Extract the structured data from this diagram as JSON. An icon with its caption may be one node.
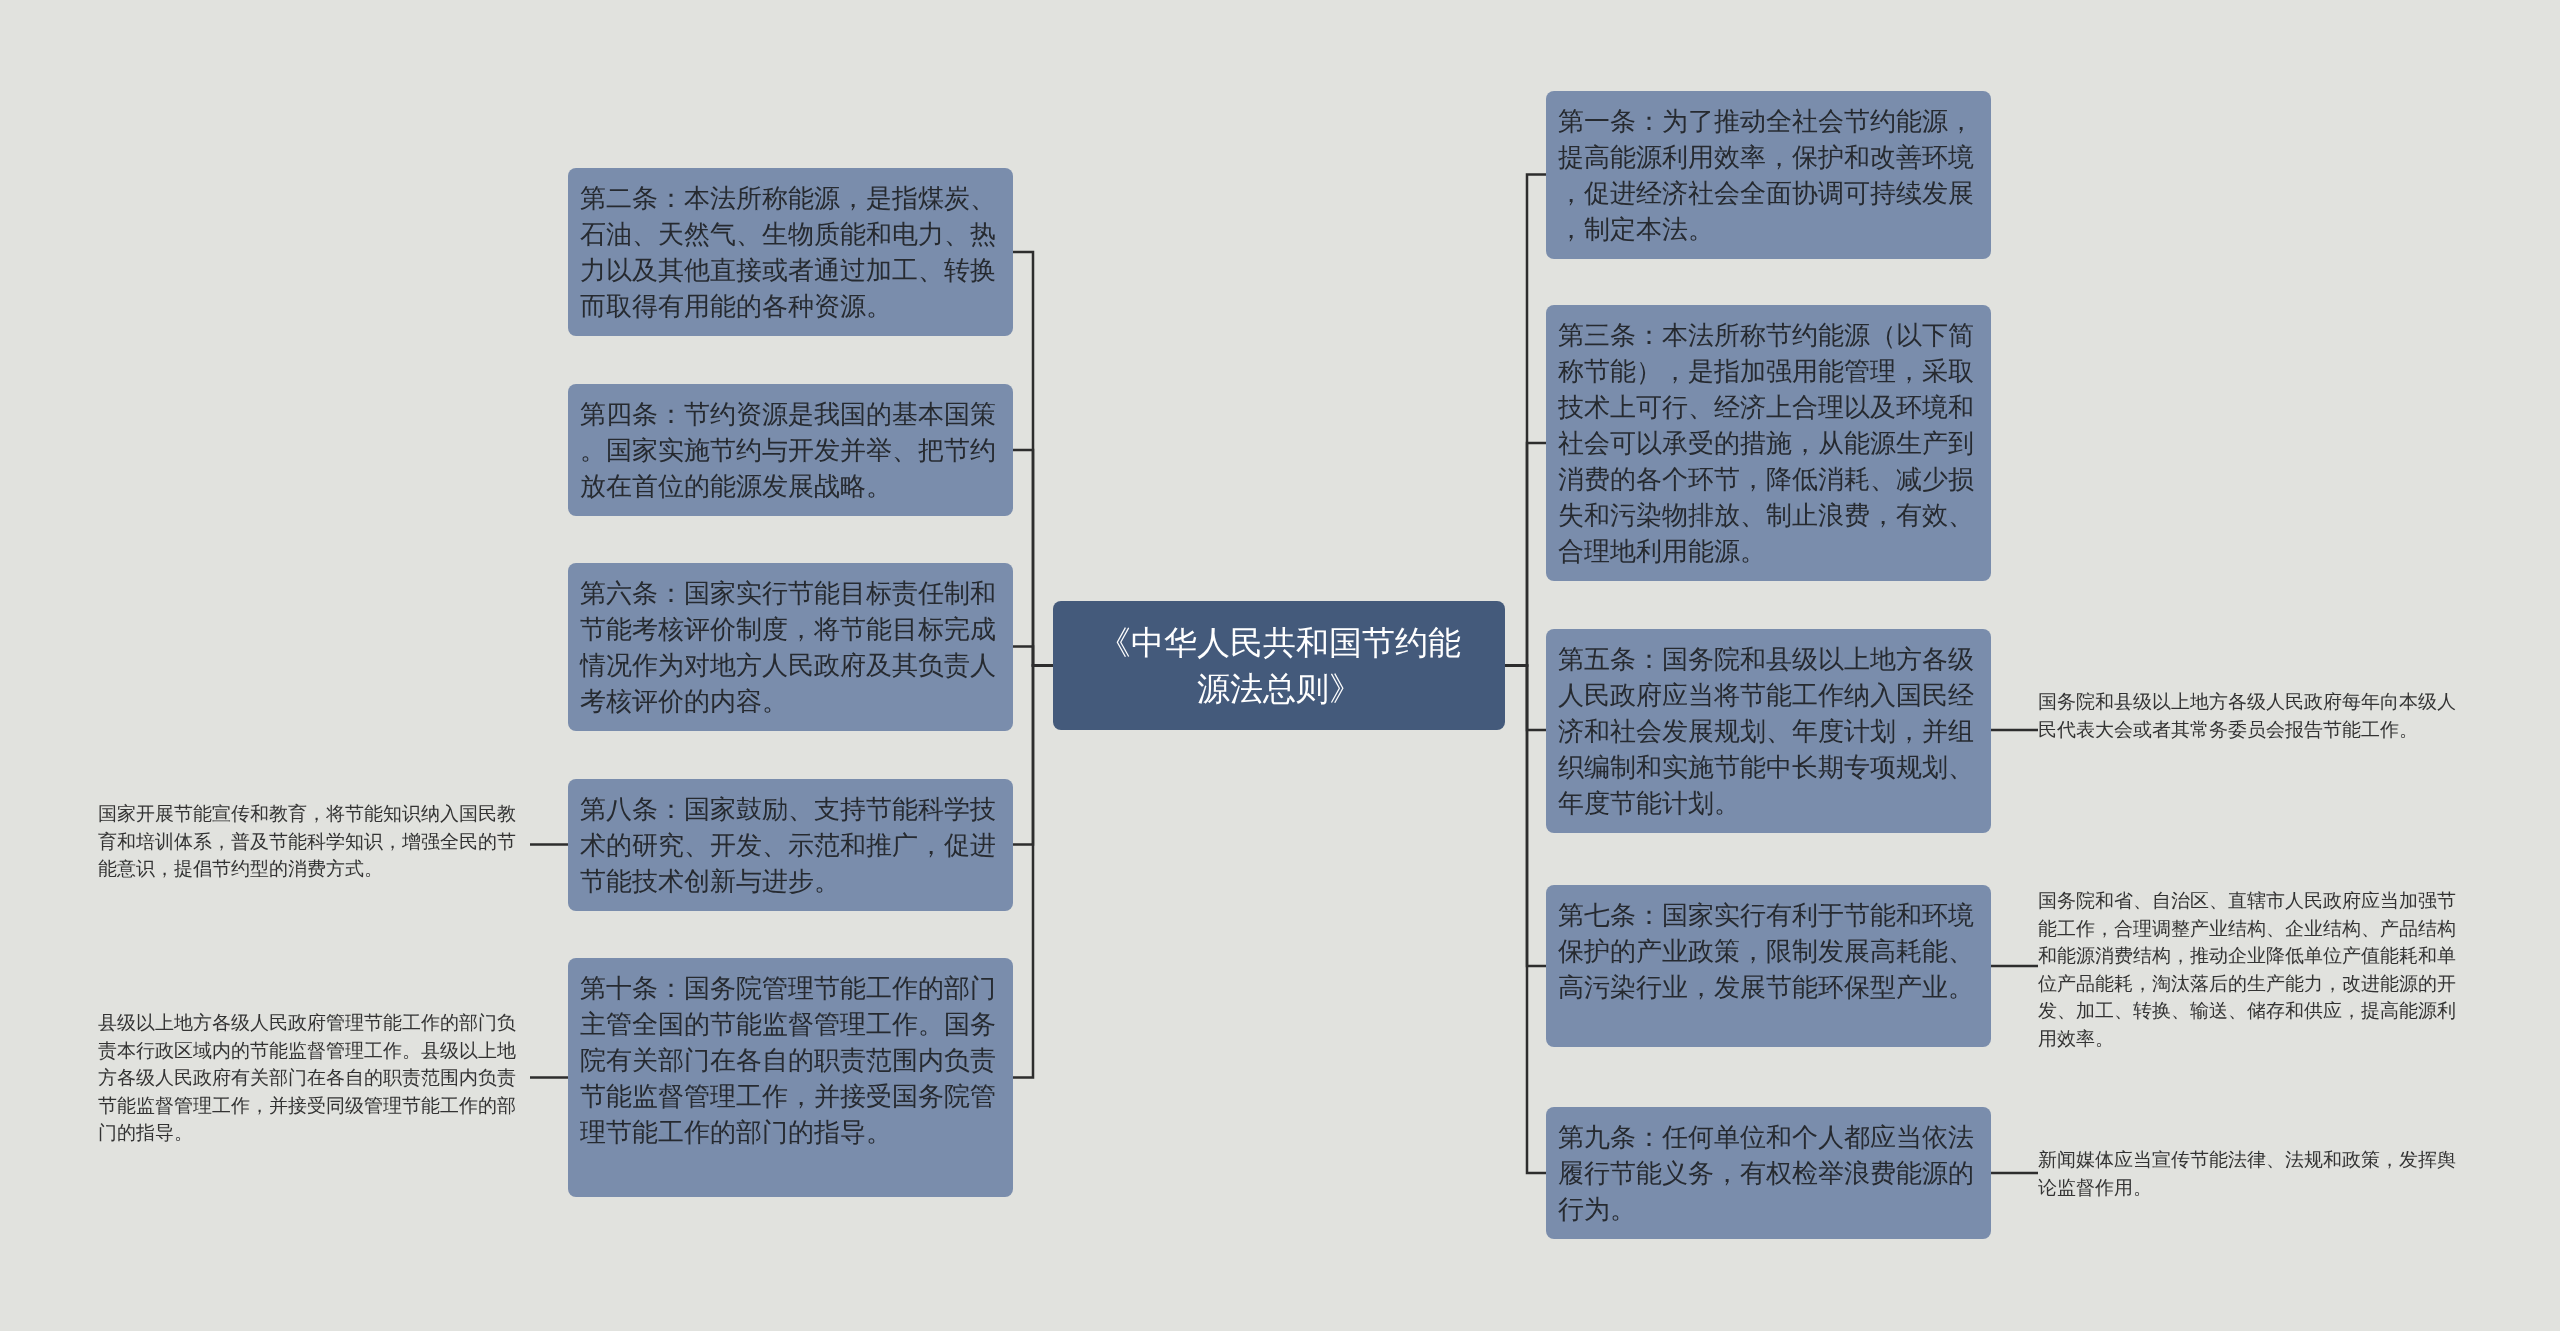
{
  "diagram": {
    "nodes": [
      {
        "text": [
          "《中华人民共和国节约能源法总则》"
        ]
      },
      {
        "text": [
          "第二条：本法所称能源，是指煤炭、石油、天然气、生物质能和电力、热力以及其他直接或者通过加工、转换而取得有用能的各种资源。"
        ]
      },
      {
        "text": [
          "第四条：节约资源是我国的基本国策。国家实施节约与开发并举、把节约放在首位的能源发展战略。"
        ]
      },
      {
        "text": [
          "第六条：国家实行节能目标责任制和节能考核评价制度，将节能目标完成情况作为对地方人民政府及其负责人考核评价的内容。"
        ]
      },
      {
        "text": [
          "第八条：国家鼓励、支持节能科学技术的研究、开发、示范和推广，促进节能技术创新与进步。"
        ]
      },
      {
        "text": [
          "第十条：国务院管理节能工作的部门主管全国的节能监督管理工作。国务院有关部门在各自的职责范围内负责节能监督管理工作，并接受国务院管理节能工作的部门的指导。"
        ]
      },
      {
        "text": [
          "国家开展节能宣传和教育，将节能知识纳入国民教育和培训体系，普及节能科学知识，增强全民的节能意识，提倡节约型的消费方式。"
        ]
      },
      {
        "text": [
          "县级以上地方各级人民政府管理节能工作的部门负责本行政区域内的节能监督管理工作。县级以上地方各级人民政府有关部门在各自的职责范围内负责节能监督管理工作，并接受同级管理节能工作的部门的指导。"
        ]
      },
      {
        "text": [
          "第一条：为了推动全社会节约能源，提高能源利用效率，保护和改善环境，促进经济社会全面协调可持续发展，制定本法。"
        ]
      },
      {
        "text": [
          "第三条：本法所称节约能源（以下简称节能），是指加强用能管理，采取技术上可行、经济上合理以及环境和社会可以承受的措施，从能源生产到消费的各个环节，降低消耗、减少损失和污染物排放、制止浪费，有效、合理地利用能源。"
        ]
      },
      {
        "text": [
          "第五条：国务院和县级以上地方各级人民政府应当将节能工作纳入国民经济和社会发展规划、年度计划，并组织编制和实施节能中长期专项规划、年度节能计划。"
        ]
      },
      {
        "text": [
          "第七条：国家实行有利于节能和环境保护的产业政策，限制发展高耗能、高污染行业，发展节能环保型产业。"
        ]
      },
      {
        "text": [
          "第九条：任何单位和个人都应当依法履行节能义务，有权检举浪费能源的行为。"
        ]
      },
      {
        "text": [
          "国务院和县级以上地方各级人民政府每年向本级人民代表大会或者其常务委员会报告节能工作。"
        ]
      },
      {
        "text": [
          "国务院和省、自治区、直辖市人民政府应当加强节能工作，合理调整产业结构、企业结构、产品结构和能源消费结构，推动企业降低单位产值能耗和单位产品能耗，淘汰落后的生产能力，改进能源的开发、加工、转换、输送、储存和供应，提高能源利用效率。"
        ]
      },
      {
        "text": [
          "新闻媒体应当宣传节能法律、法规和政策，发挥舆论监督作用。"
        ]
      }
    ],
    "edges": [
      {
        "from": 0,
        "to": 1,
        "arrow": "none"
      },
      {
        "from": 0,
        "to": 2,
        "arrow": "none"
      },
      {
        "from": 0,
        "to": 3,
        "arrow": "none"
      },
      {
        "from": 0,
        "to": 4,
        "arrow": "none"
      },
      {
        "from": 0,
        "to": 5,
        "arrow": "none"
      },
      {
        "from": 4,
        "to": 6,
        "arrow": "none"
      },
      {
        "from": 5,
        "to": 7,
        "arrow": "none"
      },
      {
        "from": 0,
        "to": 8,
        "arrow": "none"
      },
      {
        "from": 0,
        "to": 9,
        "arrow": "none"
      },
      {
        "from": 0,
        "to": 10,
        "arrow": "none"
      },
      {
        "from": 0,
        "to": 11,
        "arrow": "none"
      },
      {
        "from": 0,
        "to": 12,
        "arrow": "none"
      },
      {
        "from": 10,
        "to": 13,
        "arrow": "none"
      },
      {
        "from": 11,
        "to": 14,
        "arrow": "none"
      },
      {
        "from": 12,
        "to": 15,
        "arrow": "none"
      }
    ]
  }
}
